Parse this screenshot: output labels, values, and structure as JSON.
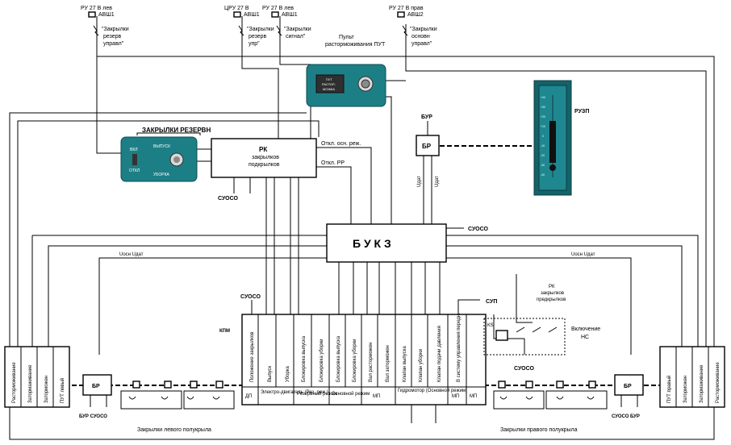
{
  "sources": {
    "ru27_lev_1": "РУ 27 В лев",
    "avsh1_a": "АВШ1",
    "cru27": "ЦРУ 27 В",
    "avsh1_b": "АВШ1",
    "ru27_lev_2": "РУ 27 В лев",
    "avsh1_c": "АВШ1",
    "ru27_prav": "РУ 27 В прав",
    "avsh2": "АВШ2"
  },
  "switch_labels": {
    "rezerv_upr": [
      "\"Закрылки",
      "резерв",
      "управл\""
    ],
    "rezerv_upr2": [
      "\"Закрылки",
      "резерв",
      "упр\""
    ],
    "signal": [
      "\"Закрылки",
      "сигнал\""
    ],
    "osnov_upr": [
      "\"Закрылки",
      "основн",
      "управл\""
    ]
  },
  "put_panel": {
    "caption": [
      "Пульт",
      "расторможивания ПУТ"
    ],
    "button_text": [
      "ПУТ",
      "РАСТОР-",
      "МОЖКА"
    ]
  },
  "reserve_panel": {
    "title": "ЗАКРЫЛКИ РЕЗЕРВН",
    "vkl": "ВКЛ",
    "otkl": "ОТКЛ",
    "vypusk": "ВЫПУСК",
    "uborka": "УБОРКА"
  },
  "rk_box": {
    "name": "РК",
    "sub": [
      "закрылков",
      "подкрылков"
    ]
  },
  "rk_outputs": {
    "osn": "Откл. осн. реж.",
    "rr": "Откл. РР"
  },
  "suoso": "СУОСО",
  "bur": "БУР",
  "br": "БР",
  "udat": "Uдат",
  "uzp": "РУЗП",
  "uzp_scale": [
    "+40",
    "+30",
    "+20",
    "+10",
    "0",
    "-10",
    "-20",
    "-30",
    "-40"
  ],
  "bukz": "Б У К З",
  "uosn_left": "Uосн  Uдат",
  "uosn_right": "Uосн  Uдат",
  "kpm": "КПМ",
  "kpm_columns": [
    "Положение закрылков",
    "Выпуск",
    "Уборка",
    "Блокировка выпуска",
    "Блокировка уборки",
    "Блокировка выпуска",
    "Блокировка уборки",
    "Вал расторможен",
    "Вал заторможен",
    "Клапан выпуска",
    "Клапан уборки",
    "Клапан подачи давления",
    "В систему управления передн."
  ],
  "kpm_groups": [
    "ДП",
    "Электро-двигатель (Рез. реж.)",
    "Резервный режим",
    "Основной режим",
    "МП",
    "Гидромотор (Основной режим)",
    "МП",
    "МП"
  ],
  "kpm_elec_head": [
    "Электро-",
    "двигатель"
  ],
  "sup": "СУП",
  "rk_podkr": [
    "РК",
    "закрылков",
    "предкрылков"
  ],
  "ks": "КS",
  "vkl_ns": [
    "Включение",
    "НС"
  ],
  "left_columns": [
    "Расторможивание",
    "Затормаживание",
    "Заторможен",
    "ПУТ левый"
  ],
  "right_columns": [
    "ПУТ правый",
    "Заторможен",
    "Затормаживание",
    "Расторможивание"
  ],
  "bur_suoso_left": "БУР  СУОСО",
  "suoso_bur_right": "СУОСО  БУР",
  "flaps_left": "Закрылки левого полукрыла",
  "flaps_right": "Закрылки правого полукрыла"
}
